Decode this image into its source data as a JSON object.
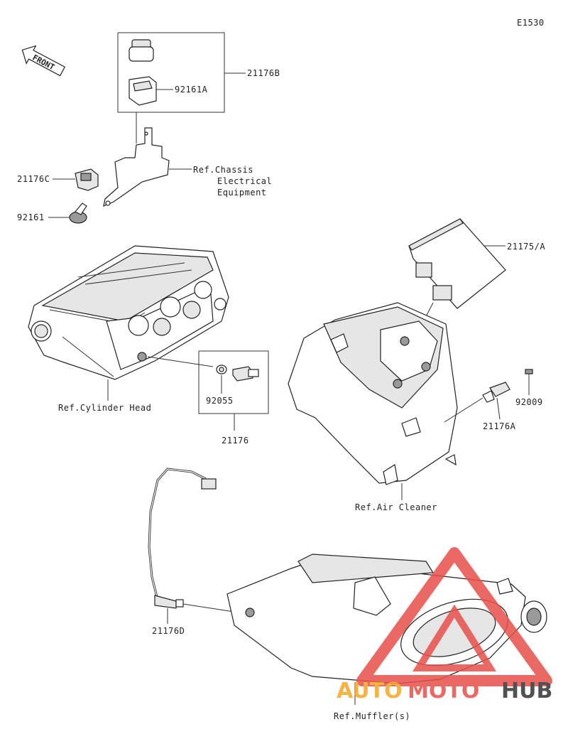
{
  "diagram_code": "E1530",
  "front_label": "FRONT",
  "labels": {
    "sensor_kit_b": "21176B",
    "seal_92161a": "92161A",
    "sensor_c": "21176C",
    "seal_92161": "92161",
    "ref_chassis_1": "Ref.Chassis",
    "ref_chassis_2": "Electrical",
    "ref_chassis_3": "Equipment",
    "ecu": "21175/A",
    "ref_cylinder_head": "Ref.Cylinder Head",
    "gasket": "92055",
    "temp_sensor": "21176",
    "bolt": "92009",
    "sensor_a": "21176A",
    "ref_air_cleaner": "Ref.Air Cleaner",
    "o2_sensor": "21176D",
    "ref_muffler": "Ref.Muffler(s)"
  },
  "watermark": {
    "part1": "AUTO",
    "part2": "MOTO",
    "part3": "HUB",
    "colors": {
      "red": "#e8504a",
      "orange": "#f5a623",
      "dark": "#333333"
    }
  }
}
